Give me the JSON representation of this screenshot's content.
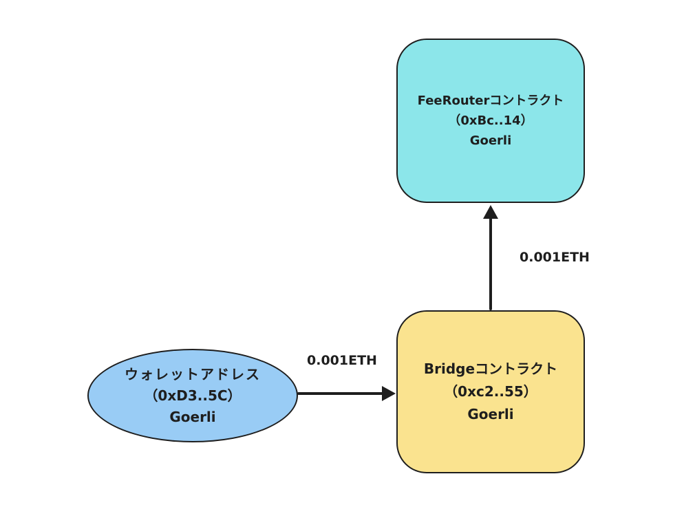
{
  "nodes": {
    "fee_router": {
      "lines": [
        "FeeRouterコントラクト",
        "（0xBc..14）",
        "Goerli"
      ],
      "fill": "#8ce6ea"
    },
    "bridge": {
      "lines": [
        "Bridgeコントラクト",
        "（0xc2..55）",
        "Goerli"
      ],
      "fill": "#fae38f"
    },
    "wallet": {
      "lines": [
        "ウォレットアドレス",
        "（0xD3..5C）",
        "Goerli"
      ],
      "fill": "#99ccf5"
    }
  },
  "edges": {
    "wallet_to_bridge": {
      "label": "0.001ETH"
    },
    "bridge_to_fee_router": {
      "label": "0.001ETH"
    }
  },
  "colors": {
    "stroke": "#1e1e1e",
    "background": "#ffffff"
  }
}
